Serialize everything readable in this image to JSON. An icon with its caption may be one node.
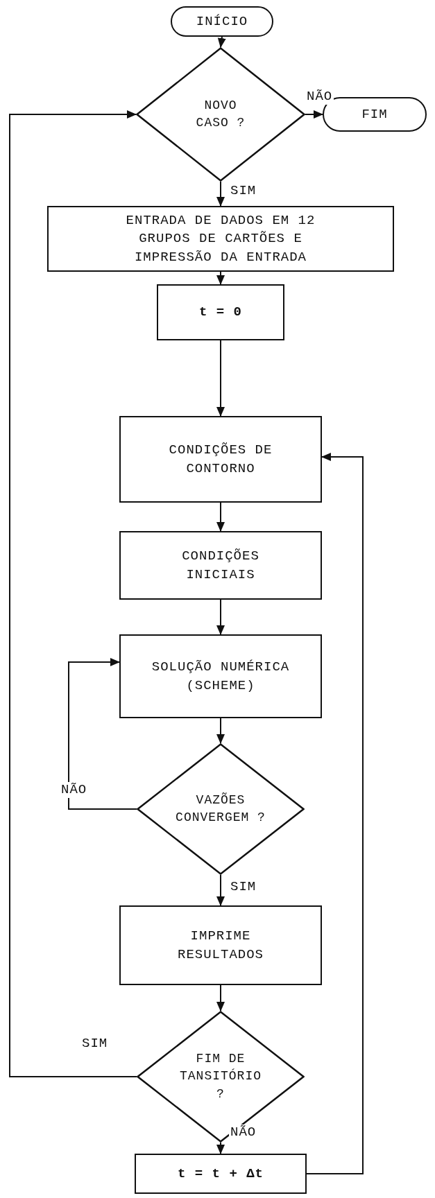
{
  "diagram": {
    "nodes": [
      {
        "text": [
          "INÍCIO"
        ]
      },
      {
        "text": [
          "NOVO CASO ?"
        ]
      },
      {
        "text": [
          "FIM"
        ]
      },
      {
        "text": [
          "ENTRADA DE DADOS EM 12 GRUPOS DE CARTÕES E IMPRESSÃO DA ENTRADA"
        ]
      },
      {
        "text": [
          "t = 0"
        ]
      },
      {
        "text": [
          "CONDIÇÕES DE CONTORNO"
        ]
      },
      {
        "text": [
          "CONDIÇÕES INICIAIS"
        ]
      },
      {
        "text": [
          "SOLUÇÃO NUMÉRICA (SCHEME)"
        ]
      },
      {
        "text": [
          "VAZÕES CONVERGEM ?"
        ]
      },
      {
        "text": [
          "IMPRIME RESULTADOS"
        ]
      },
      {
        "text": [
          "FIM DE TANSITÓRIO ?"
        ]
      },
      {
        "text": [
          "t = t + Δt"
        ]
      }
    ],
    "edges": [
      {
        "from": 0,
        "to": 1,
        "arrow": "to"
      },
      {
        "from": 1,
        "to": 2,
        "arrow": "to",
        "label": "NÃO"
      },
      {
        "from": 1,
        "to": 3,
        "arrow": "to",
        "label": "SIM"
      },
      {
        "from": 3,
        "to": 4,
        "arrow": "to"
      },
      {
        "from": 4,
        "to": 5,
        "arrow": "to"
      },
      {
        "from": 5,
        "to": 6,
        "arrow": "to"
      },
      {
        "from": 6,
        "to": 7,
        "arrow": "to"
      },
      {
        "from": 7,
        "to": 8,
        "arrow": "to"
      },
      {
        "from": 8,
        "to": 7,
        "arrow": "to",
        "label": "NÃO"
      },
      {
        "from": 8,
        "to": 9,
        "arrow": "to",
        "label": "SIM"
      },
      {
        "from": 9,
        "to": 10,
        "arrow": "to"
      },
      {
        "from": 10,
        "to": 1,
        "arrow": "to",
        "label": "SIM"
      },
      {
        "from": 10,
        "to": 11,
        "arrow": "to",
        "label": "NÃO"
      },
      {
        "from": 11,
        "to": 5,
        "arrow": "to"
      }
    ]
  }
}
